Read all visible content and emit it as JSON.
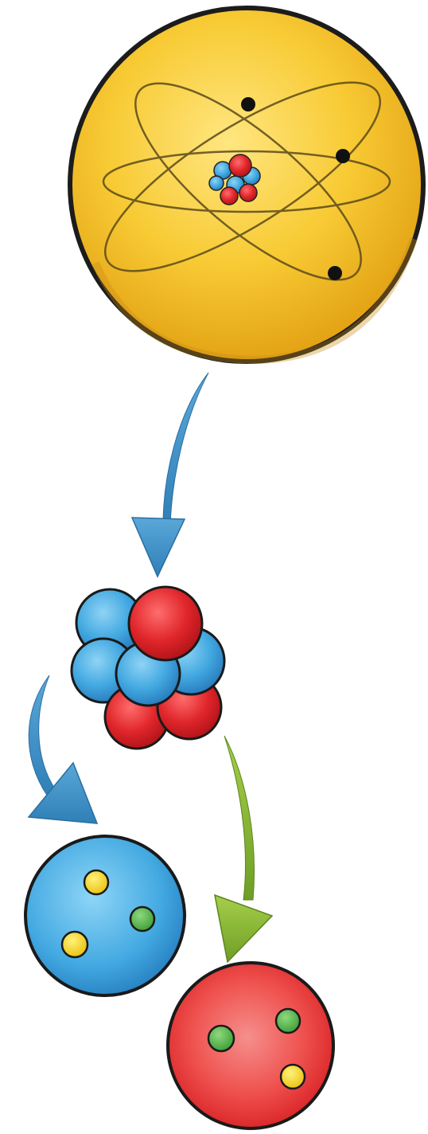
{
  "diagram": {
    "atom": {
      "name": "atom",
      "fill": "#f5c42c",
      "outline": "#1a1a1a",
      "electron_count": 3
    },
    "nucleus": {
      "name": "nucleus",
      "proton_color": "#e0262b",
      "neutron_color": "#4fb0e3"
    },
    "neutron": {
      "name": "neutron",
      "fill": "#43a9e1",
      "quarks": [
        {
          "color": "yellow",
          "hex": "#f2d314"
        },
        {
          "color": "yellow",
          "hex": "#f2d314"
        },
        {
          "color": "green",
          "hex": "#4bb543"
        }
      ]
    },
    "proton": {
      "name": "proton",
      "fill": "#ec3436",
      "quarks": [
        {
          "color": "green",
          "hex": "#4bb543"
        },
        {
          "color": "green",
          "hex": "#4bb543"
        },
        {
          "color": "yellow",
          "hex": "#f2d314"
        }
      ]
    },
    "arrows": [
      {
        "from": "atom",
        "to": "nucleus",
        "color": "#3b8fc7"
      },
      {
        "from": "nucleus",
        "to": "neutron",
        "color": "#3b8fc7"
      },
      {
        "from": "nucleus",
        "to": "proton",
        "color": "#7cab2c"
      }
    ]
  }
}
